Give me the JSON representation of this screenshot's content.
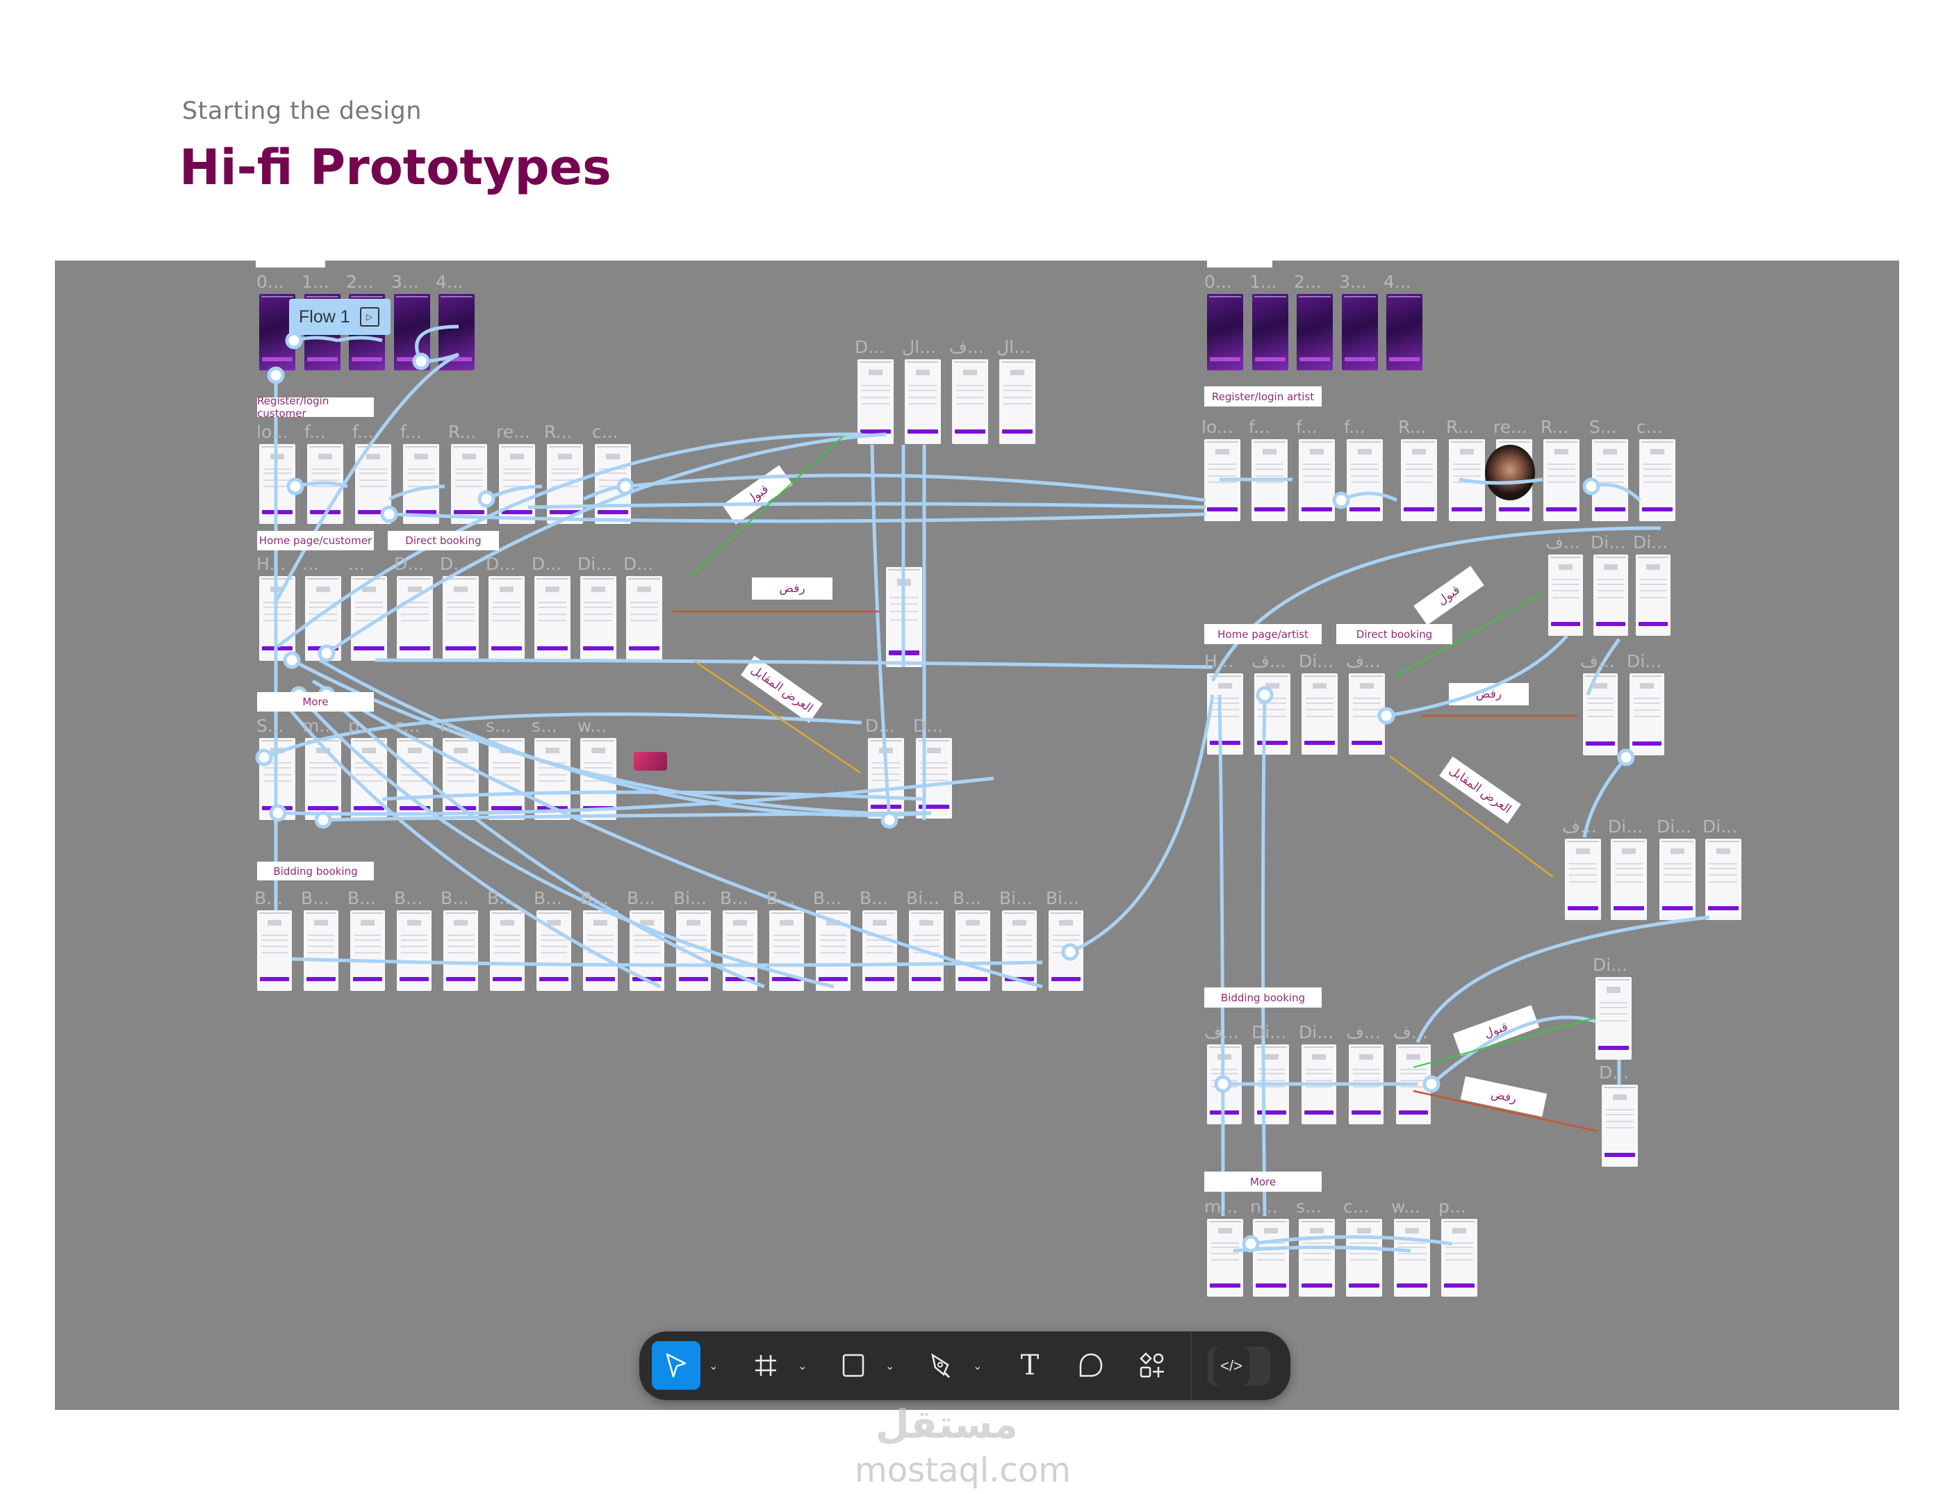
{
  "header": {
    "subtitle": "Starting the design",
    "title": "Hi-fi Prototypes",
    "title_color": "#74054f"
  },
  "canvas": {
    "background": "#868686",
    "flow_badge": {
      "label": "Flow 1",
      "icon": "play-flow-icon"
    },
    "connector_color": "#a9d2f5",
    "section_labels": {
      "customer_register": "Register/login customer",
      "customer_home": "Home page/customer",
      "customer_direct": "Direct booking",
      "customer_more": "More",
      "customer_bidding": "Bidding booking",
      "artist_register": "Register/login artist",
      "artist_home": "Home page/artist",
      "artist_direct": "Direct booking",
      "artist_bidding": "Bidding booking",
      "artist_more": "More"
    },
    "annotations": {
      "accept": "قبول",
      "reject": "رفض",
      "counter_offer": "العرض المقابل",
      "accept_color": "#3cc63c",
      "reject_color": "#d2502e",
      "counter_color": "#e0a82a"
    },
    "frame_rows": {
      "cust_intro": [
        "0...",
        "1...",
        "2...",
        "3...",
        "4..."
      ],
      "cust_reg": [
        "lo...",
        "f...",
        "f...",
        "f...",
        "R...",
        "re...",
        "R...",
        "c..."
      ],
      "cust_home": [
        "H...",
        "...",
        "...",
        "D...",
        "D...",
        "D...",
        "D...",
        "Di...",
        "D..."
      ],
      "cust_more": [
        "S...",
        "m...",
        "p...",
        "c...",
        "n...",
        "s...",
        "s...",
        "w..."
      ],
      "cust_bid": [
        "B...",
        "B...",
        "B...",
        "B...",
        "B...",
        "B...",
        "B...",
        "B...",
        "B...",
        "Bi...",
        "B...",
        "B...",
        "B...",
        "B...",
        "Bi...",
        "B...",
        "Bi...",
        "Bi..."
      ],
      "cust_detail": [
        "D...",
        "ال...",
        "ف...",
        "ال..."
      ],
      "cust_detail_single": [
        ""
      ],
      "cust_detail2": [
        "D...",
        "D..."
      ],
      "artist_intro": [
        "0...",
        "1...",
        "2...",
        "3...",
        "4..."
      ],
      "artist_reg": [
        "lo...",
        "f...",
        "f...",
        "f...",
        "R...",
        "R...",
        "re...",
        "R...",
        "S...",
        "c..."
      ],
      "artist_home": [
        "H...",
        "ف...",
        "Di...",
        "ف..."
      ],
      "artist_right1": [
        "ف...",
        "Di...",
        "Di..."
      ],
      "artist_right2": [
        "ف...",
        "Di..."
      ],
      "artist_right3": [
        "ف...",
        "Di...",
        "Di...",
        "Di..."
      ],
      "artist_bid": [
        "ف...",
        "Di...",
        "Di...",
        "ف...",
        "ف..."
      ],
      "artist_bid_accept": [
        "Di..."
      ],
      "artist_bid_reject": [
        "D..."
      ],
      "artist_more": [
        "m...",
        "n...",
        "s...",
        "c...",
        "w...",
        "p..."
      ]
    }
  },
  "toolbar": {
    "active_color": "#0d8ce9",
    "tools": [
      {
        "name": "move-tool",
        "icon": "cursor-icon",
        "active": true
      },
      {
        "name": "frame-tool",
        "icon": "frame-hash-icon"
      },
      {
        "name": "shape-tool",
        "icon": "rectangle-icon"
      },
      {
        "name": "pen-tool",
        "icon": "pen-icon"
      },
      {
        "name": "text-tool",
        "icon": "text-icon",
        "glyph": "T"
      },
      {
        "name": "comment-tool",
        "icon": "comment-icon"
      },
      {
        "name": "actions-tool",
        "icon": "components-icon"
      },
      {
        "name": "dev-mode-toggle",
        "icon": "code-icon",
        "glyph": "</>"
      }
    ]
  },
  "watermark": {
    "arabic": "مستقل",
    "latin": "mostaql.com"
  }
}
